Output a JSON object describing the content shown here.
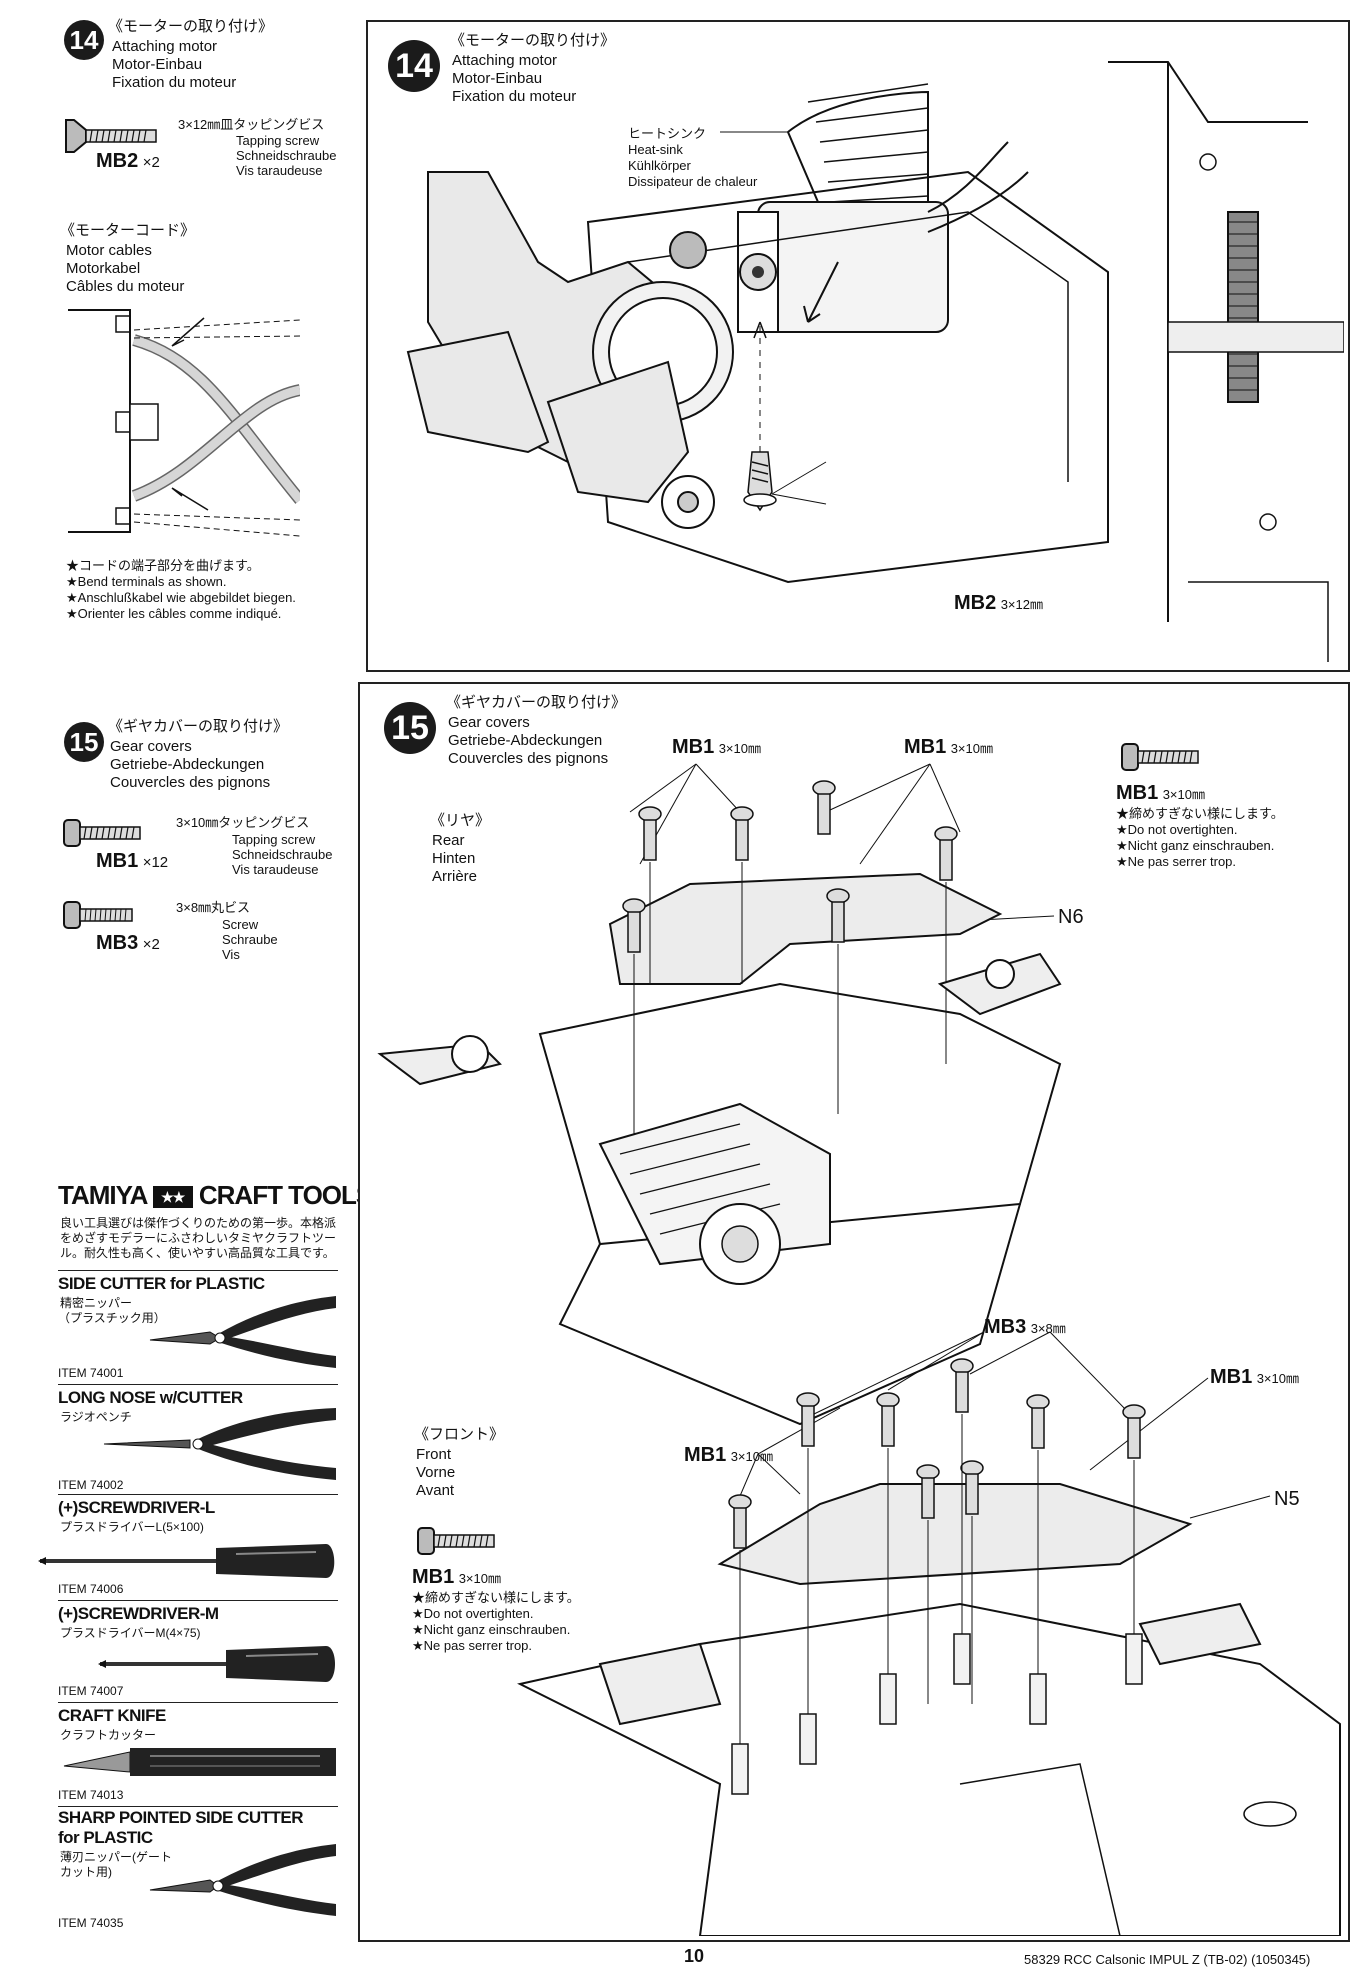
{
  "step14_small": {
    "number": "14",
    "title_jp": "《モーターの取り付け》",
    "title_en": "Attaching motor",
    "title_de": "Motor-Einbau",
    "title_fr": "Fixation du moteur",
    "screw": {
      "size_jp": "3×12㎜皿タッピングビス",
      "en": "Tapping screw",
      "de": "Schneidschraube",
      "fr": "Vis taraudeuse",
      "code": "MB2",
      "qty": "×2"
    }
  },
  "motor_cables": {
    "title_jp": "《モーターコード》",
    "en": "Motor cables",
    "de": "Motorkabel",
    "fr": "Câbles du moteur",
    "notes": [
      "★コードの端子部分を曲げます。",
      "★Bend terminals as shown.",
      "★Anschlußkabel wie abgebildet biegen.",
      "★Orienter les câbles comme indiqué."
    ]
  },
  "step14_main": {
    "number": "14",
    "title_jp": "《モーターの取り付け》",
    "title_en": "Attaching motor",
    "title_de": "Motor-Einbau",
    "title_fr": "Fixation du moteur",
    "heatsink": [
      "ヒートシンク",
      "Heat-sink",
      "Kühlkörper",
      "Dissipateur de chaleur"
    ],
    "screw_code": "MB2",
    "screw_size": "3×12㎜"
  },
  "step15_small": {
    "number": "15",
    "title_jp": "《ギヤカバーの取り付け》",
    "title_en": "Gear covers",
    "title_de": "Getriebe-Abdeckungen",
    "title_fr": "Couvercles des pignons",
    "screws": [
      {
        "size_jp": "3×10㎜タッピングビス",
        "en": "Tapping screw",
        "de": "Schneidschraube",
        "fr": "Vis taraudeuse",
        "code": "MB1",
        "qty": "×12"
      },
      {
        "size_jp": "3×8㎜丸ビス",
        "en": "Screw",
        "de": "Schraube",
        "fr": "Vis",
        "code": "MB3",
        "qty": "×2"
      }
    ]
  },
  "step15_main": {
    "number": "15",
    "title_jp": "《ギヤカバーの取り付け》",
    "title_en": "Gear covers",
    "title_de": "Getriebe-Abdeckungen",
    "title_fr": "Couvercles des pignons",
    "rear": [
      "《リヤ》",
      "Rear",
      "Hinten",
      "Arrière"
    ],
    "front": [
      "《フロント》",
      "Front",
      "Vorne",
      "Avant"
    ],
    "mb1_label": "MB1",
    "mb1_size": "3×10㎜",
    "mb3_label": "MB3",
    "mb3_size": "3×8㎜",
    "n6": "N6",
    "n5": "N5",
    "overtighten_notes": [
      "★締めすぎない様にします。",
      "★Do not overtighten.",
      "★Nicht ganz einschrauben.",
      "★Ne pas serrer trop."
    ]
  },
  "tools": {
    "brand": "TAMIYA",
    "brand2": "CRAFT TOOLS",
    "intro": [
      "良い工具選びは傑作づくりのための第一歩。本格派",
      "をめざすモデラーにふさわしいタミヤクラフトツー",
      "ル。耐久性も高く、使いやすい高品質な工具です。"
    ],
    "items": [
      {
        "name": "SIDE CUTTER for PLASTIC",
        "jp": [
          "精密ニッパー",
          "（プラスチック用）"
        ],
        "item": "ITEM 74001"
      },
      {
        "name": "LONG NOSE w/CUTTER",
        "jp": [
          "ラジオペンチ"
        ],
        "item": "ITEM 74002"
      },
      {
        "name": "(+)SCREWDRIVER-L",
        "jp": [
          "プラスドライバーL(5×100)"
        ],
        "item": "ITEM 74006"
      },
      {
        "name": "(+)SCREWDRIVER-M",
        "jp": [
          "プラスドライバーM(4×75)"
        ],
        "item": "ITEM 74007"
      },
      {
        "name": "CRAFT KNIFE",
        "jp": [
          "クラフトカッター"
        ],
        "item": "ITEM 74013"
      },
      {
        "name": "SHARP POINTED SIDE CUTTER",
        "name2": "for PLASTIC",
        "jp": [
          "薄刃ニッパー(ゲート",
          "カット用)"
        ],
        "item": "ITEM 74035"
      }
    ]
  },
  "footer": {
    "page": "10",
    "model": "58329 RCC Calsonic IMPUL Z (TB-02) (1050345)"
  }
}
